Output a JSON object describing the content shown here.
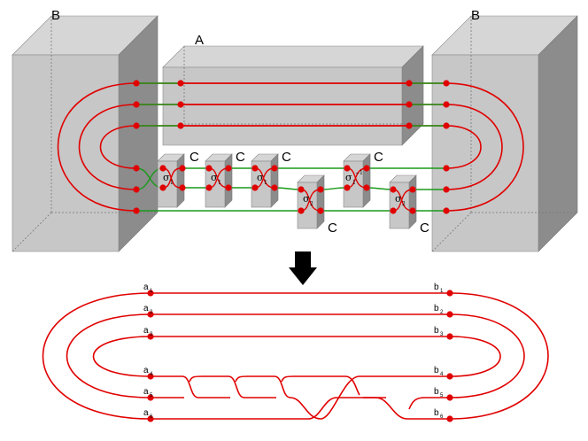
{
  "labels": {
    "left_box": "B",
    "right_box": "B",
    "top_box": "A",
    "coupon": "C"
  },
  "generators": [
    {
      "symbol": "σ",
      "index": "1",
      "exponent": ""
    },
    {
      "symbol": "σ",
      "index": "1",
      "exponent": ""
    },
    {
      "symbol": "σ",
      "index": "1",
      "exponent": ""
    },
    {
      "symbol": "σ",
      "index": "2",
      "exponent": ""
    },
    {
      "symbol": "σ",
      "index": "1",
      "exponent": "−1"
    },
    {
      "symbol": "σ",
      "index": "2",
      "exponent": ""
    }
  ],
  "endpoints": {
    "left": [
      {
        "letter": "a",
        "index": "1"
      },
      {
        "letter": "a",
        "index": "2"
      },
      {
        "letter": "a",
        "index": "3"
      },
      {
        "letter": "a",
        "index": "4"
      },
      {
        "letter": "a",
        "index": "5"
      },
      {
        "letter": "a",
        "index": "6"
      }
    ],
    "right": [
      {
        "letter": "b",
        "index": "1"
      },
      {
        "letter": "b",
        "index": "2"
      },
      {
        "letter": "b",
        "index": "3"
      },
      {
        "letter": "b",
        "index": "4"
      },
      {
        "letter": "b",
        "index": "5"
      },
      {
        "letter": "b",
        "index": "6"
      }
    ]
  },
  "colors": {
    "strand": "#e00000",
    "connector": "#1a9a1a",
    "node": "#e00000",
    "box_front": "#bdbdbd",
    "box_top": "#d6d6d6",
    "box_side": "#8c8c8c",
    "arrow": "#000000"
  },
  "icons": {
    "transition": "down-arrow-icon"
  }
}
